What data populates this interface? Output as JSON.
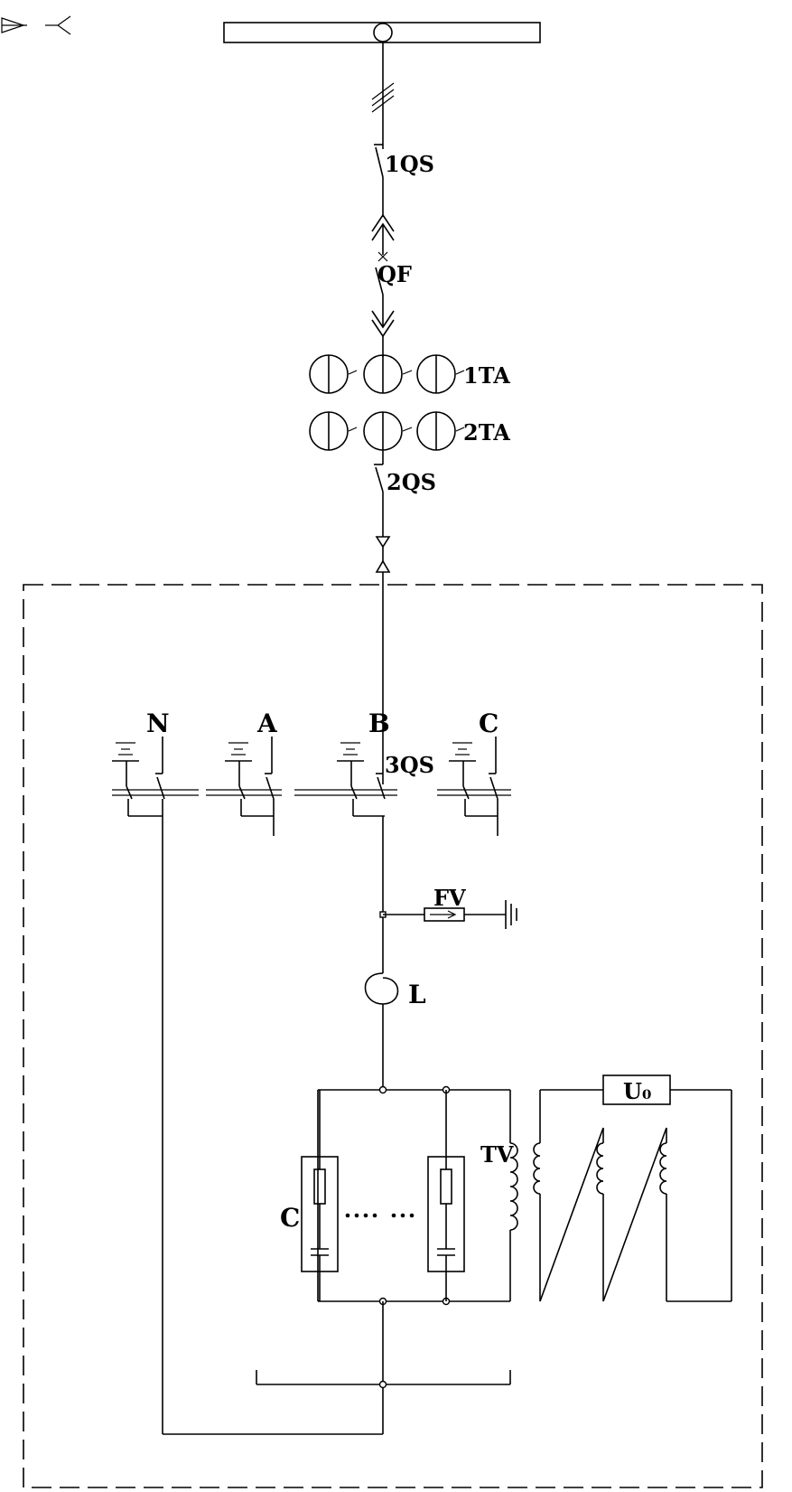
{
  "legend": {
    "connector_icon": "plug-socket-icon"
  },
  "labels": {
    "disconnector_1": "1QS",
    "breaker": "QF",
    "ct_1": "1TA",
    "ct_2": "2TA",
    "disconnector_2": "2QS",
    "phase_n": "N",
    "phase_a": "A",
    "phase_b": "B",
    "phase_c": "C",
    "disconnector_3": "3QS",
    "arrester": "FV",
    "reactor": "L",
    "capacitor": "C",
    "voltage_transformer": "TV",
    "voltage_meter": "U₀"
  }
}
